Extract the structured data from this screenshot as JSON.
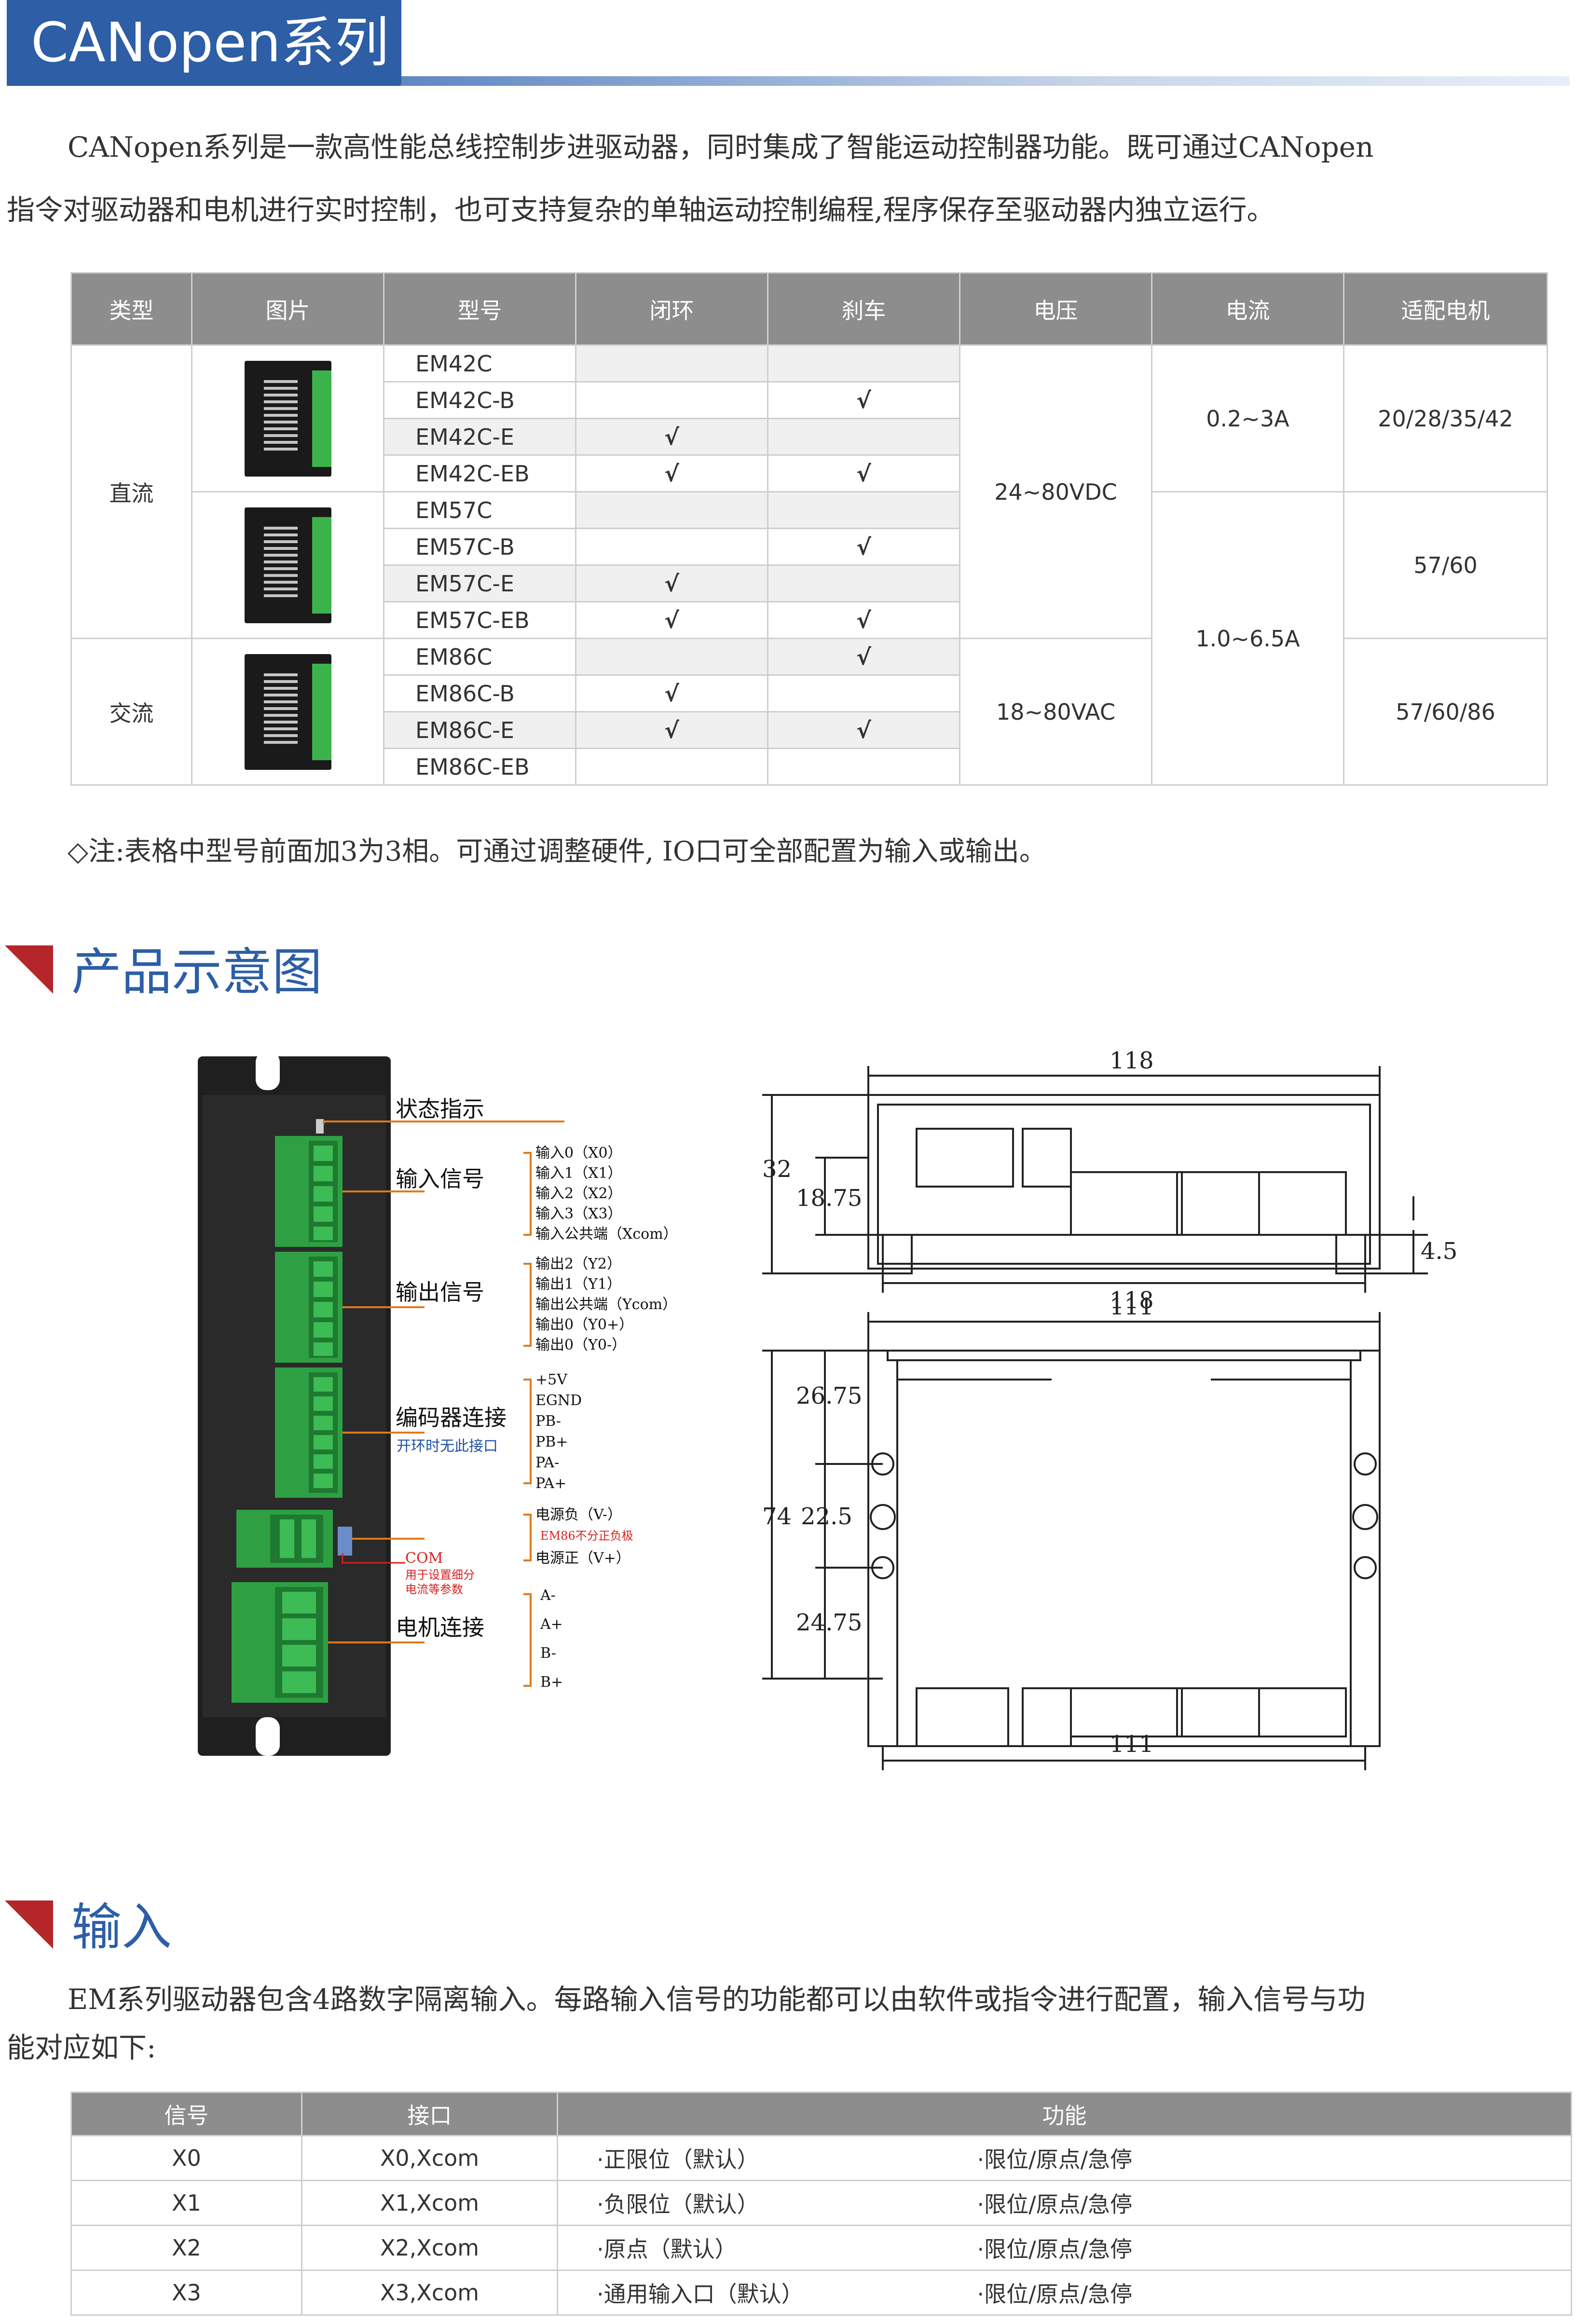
{
  "header": {
    "title": "CANopen系列"
  },
  "intro": {
    "line1": "CANopen系列是一款高性能总线控制步进驱动器，同时集成了智能运动控制器功能。既可通过CANopen",
    "line2": "指令对驱动器和电机进行实时控制，也可支持复杂的单轴运动控制编程,程序保存至驱动器内独立运行。"
  },
  "models_table": {
    "headers": [
      "类型",
      "图片",
      "型号",
      "闭环",
      "刹车",
      "电压",
      "电流",
      "适配电机"
    ],
    "check": "√",
    "rows": [
      {
        "model": "EM42C",
        "closed": "",
        "brake": ""
      },
      {
        "model": "EM42C-B",
        "closed": "",
        "brake": "√"
      },
      {
        "model": "EM42C-E",
        "closed": "√",
        "brake": ""
      },
      {
        "model": "EM42C-EB",
        "closed": "√",
        "brake": "√"
      },
      {
        "model": "EM57C",
        "closed": "",
        "brake": ""
      },
      {
        "model": "EM57C-B",
        "closed": "",
        "brake": "√"
      },
      {
        "model": "EM57C-E",
        "closed": "√",
        "brake": ""
      },
      {
        "model": "EM57C-EB",
        "closed": "√",
        "brake": "√"
      },
      {
        "model": "EM86C",
        "closed": "",
        "brake": "√"
      },
      {
        "model": "EM86C-B",
        "closed": "√",
        "brake": ""
      },
      {
        "model": "EM86C-E",
        "closed": "√",
        "brake": "√"
      },
      {
        "model": "EM86C-EB",
        "closed": "",
        "brake": ""
      }
    ],
    "type_dc": "直流",
    "type_ac": "交流",
    "voltage_dc": "24~80VDC",
    "voltage_ac": "18~80VAC",
    "current_1": "0.2~3A",
    "current_2": "1.0~6.5A",
    "motor_1": "20/28/35/42",
    "motor_2": "57/60",
    "motor_3": "57/60/86"
  },
  "note": "◇注:表格中型号前面加3为3相。可通过调整硬件, IO口可全部配置为输入或输出。",
  "section_diagram": {
    "title": "产品示意图"
  },
  "diagram": {
    "status": "状态指示",
    "input_signal": "输入信号",
    "inputs": [
      "输入0（X0）",
      "输入1（X1）",
      "输入2（X2）",
      "输入3（X3）",
      "输入公共端（Xcom）"
    ],
    "output_signal": "输出信号",
    "outputs": [
      "输出2（Y2）",
      "输出1（Y1）",
      "输出公共端（Ycom）",
      "输出0（Y0+）",
      "输出0（Y0-）"
    ],
    "encoder": "编码器连接",
    "encoder_note": "开环时无此接口",
    "encoder_pins": [
      "+5V",
      "EGND",
      "PB-",
      "PB+",
      "PA-",
      "PA+"
    ],
    "power_neg": "电源负（V-）",
    "power_note": "EM86不分正负极",
    "power_pos": "电源正（V+）",
    "com": "COM",
    "com_note1": "用于设置细分",
    "com_note2": "电流等参数",
    "motor": "电机连接",
    "motor_pins": [
      "A-",
      "A+",
      "B-",
      "B+"
    ]
  },
  "dims": {
    "top_width": "118",
    "height": "32",
    "h2": "18.75",
    "flange": "4.5",
    "base_width": "111",
    "top_width2": "118",
    "d1": "26.75",
    "d_total": "74",
    "d2": "22.5",
    "d3": "24.75",
    "base_width2": "111"
  },
  "section_input": {
    "title": "输入"
  },
  "input_text": {
    "line1": "EM系列驱动器包含4路数字隔离输入。每路输入信号的功能都可以由软件或指令进行配置，输入信号与功",
    "line2": "能对应如下:"
  },
  "input_table": {
    "headers": [
      "信号",
      "接口",
      "功能"
    ],
    "rows": [
      {
        "signal": "X0",
        "port": "X0,Xcom",
        "func_a": "·正限位（默认）",
        "func_b": "·限位/原点/急停"
      },
      {
        "signal": "X1",
        "port": "X1,Xcom",
        "func_a": "·负限位（默认）",
        "func_b": "·限位/原点/急停"
      },
      {
        "signal": "X2",
        "port": "X2,Xcom",
        "func_a": "·原点（默认）",
        "func_b": "·限位/原点/急停"
      },
      {
        "signal": "X3",
        "port": "X3,Xcom",
        "func_a": "·通用输入口（默认）",
        "func_b": "·限位/原点/急停"
      }
    ]
  }
}
